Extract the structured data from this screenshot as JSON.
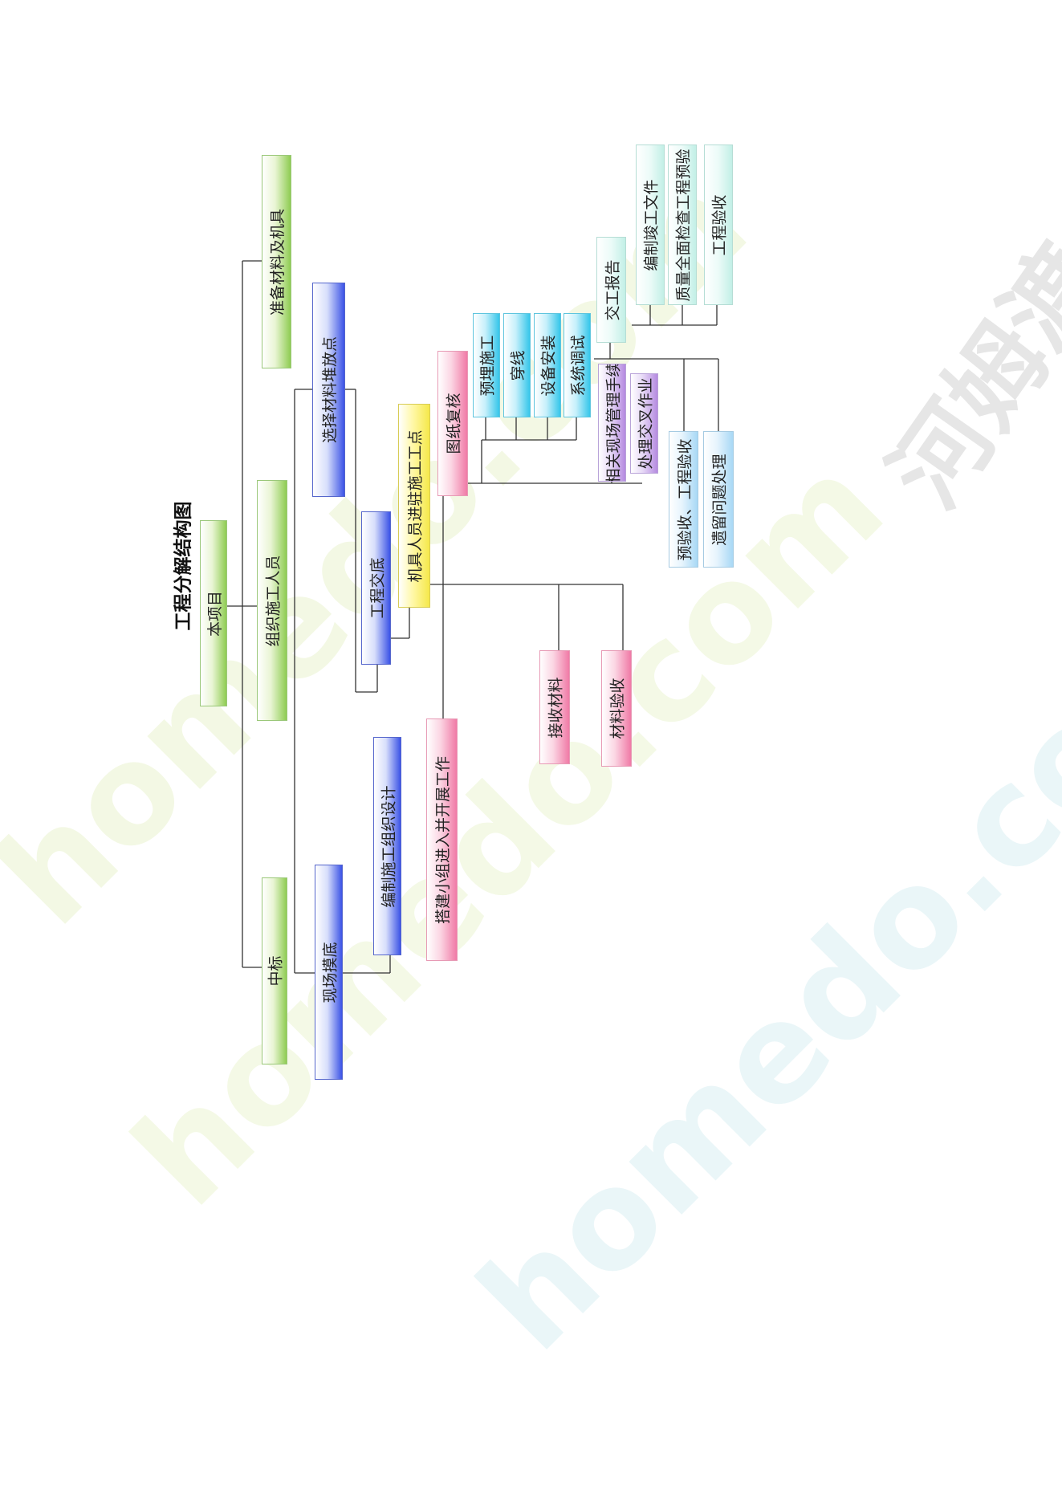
{
  "title": "工程分解结构图",
  "watermarks": [
    "homedo.com",
    "homedo.com",
    "homedo.com",
    "河姆渡"
  ],
  "colors": {
    "green": "#8fcc52",
    "blue": "#3b53e6",
    "yellow": "#f5e84a",
    "pink": "#f07aa6",
    "cyan": "#35c6ea",
    "lilac": "#b58ae0",
    "sky": "#a8d8f5",
    "mint": "#c2efe6"
  },
  "nodes": {
    "root": "本项目",
    "zhongbiao": "中标",
    "zuzhi": "组织施工人员",
    "zhunbei": "准备材料及机具",
    "xianchang": "现场摸底",
    "bianzhi_sheji": "编制施工组织设计",
    "xuanze": "选择材料堆放点",
    "gongcheng_jiaodi": "工程交底",
    "dajian": "搭建小组进入并开展工作",
    "jiju": "机具人员进驻施工工点",
    "jieshou": "接收材料",
    "yanshou": "材料验收",
    "tuzhi": "图纸复核",
    "yumai": "预埋施工",
    "chuanxian": "穿线",
    "shebei": "设备安装",
    "xitong": "系统调试",
    "xiangguan": "相关现场管理手续",
    "chuli": "处理交叉作业",
    "yuyanshou": "预验收、工程验收",
    "yiliu": "遗留问题处理",
    "jiaogong": "交工报告",
    "jungong": "编制竣工文件",
    "zhiliang": "质量全面检查工程预验",
    "gongcheng_yanshou": "工程验收"
  }
}
